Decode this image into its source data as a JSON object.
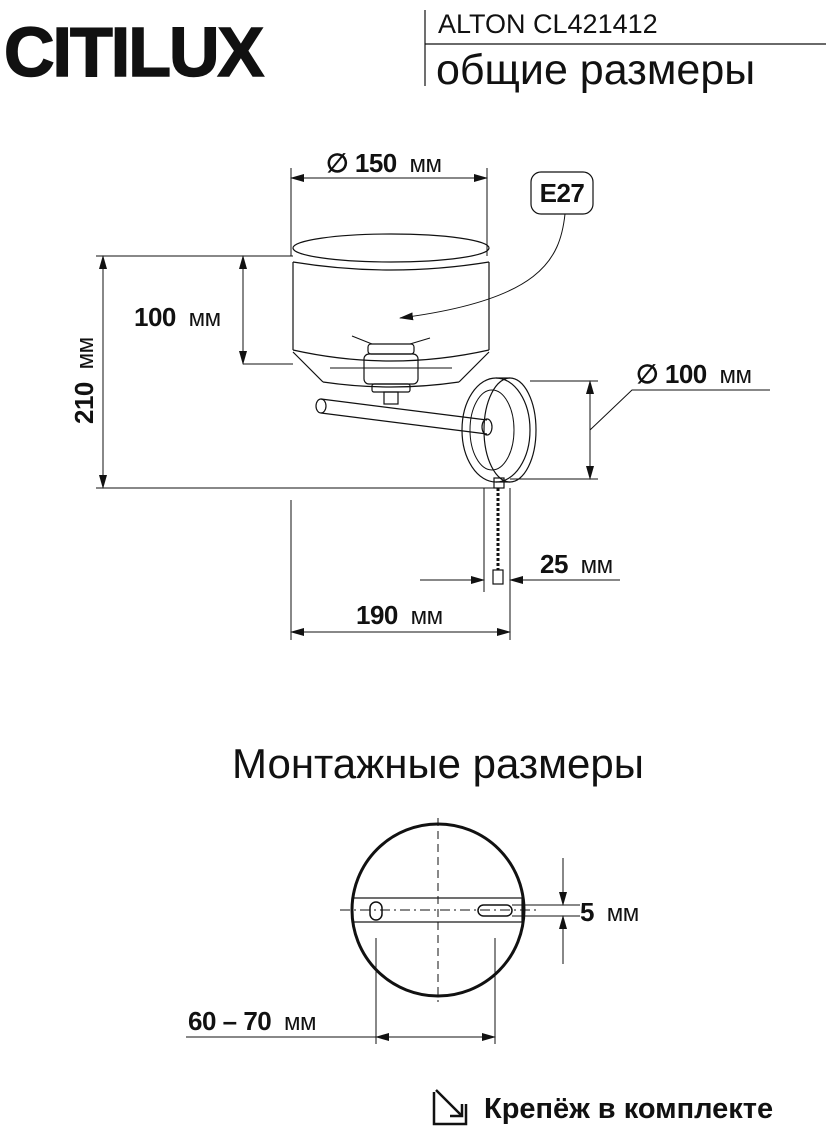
{
  "brand": {
    "logo_text": "CITILUX"
  },
  "header": {
    "model": "ALTON CL421412",
    "subtitle": "общие размеры"
  },
  "dimensions": {
    "shade_diameter": {
      "value": "∅ 150",
      "unit": "мм"
    },
    "lamp_base": "E27",
    "shade_height": {
      "value": "100",
      "unit": "мм"
    },
    "total_height": {
      "value": "210",
      "unit": "мм"
    },
    "plate_diameter": {
      "value": "∅ 100",
      "unit": "мм"
    },
    "plate_thickness": {
      "value": "25",
      "unit": "мм"
    },
    "total_depth": {
      "value": "190",
      "unit": "мм"
    }
  },
  "mounting": {
    "title": "Монтажные размеры",
    "slot_width": {
      "value": "5",
      "unit": "мм"
    },
    "hole_spacing": {
      "value": "60 – 70",
      "unit": "мм"
    }
  },
  "footer": {
    "fasteners_note": "Крепёж в комплекте"
  }
}
